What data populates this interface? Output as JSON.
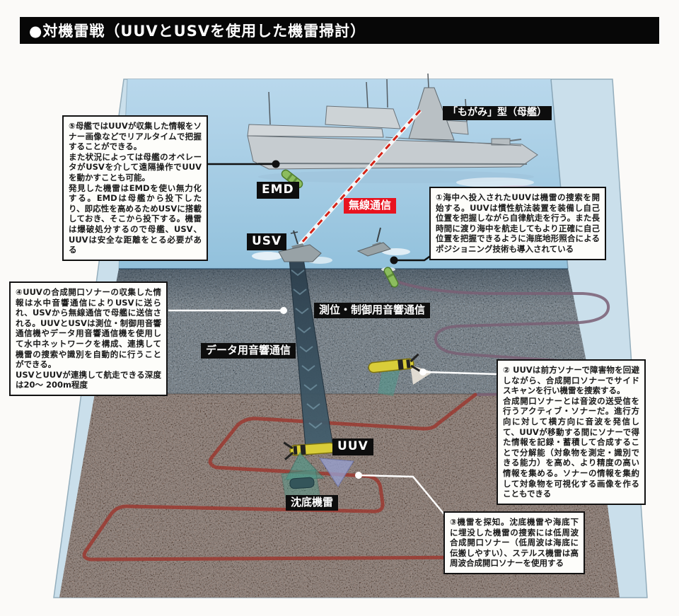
{
  "title": "●対機雷戦（UUVとUSVを使用した機雷掃討）",
  "labels": {
    "mothership": "「もがみ」型（母艦）",
    "emd": "EMD",
    "usv": "USV",
    "uuv": "UUV",
    "wireless": "無線通信",
    "acoustic_control": "測位・制御用音響通信",
    "acoustic_data": "データ用音響通信",
    "bottom_mine": "沈底機雷"
  },
  "callouts": {
    "c1": "①海中へ投入されたUUVは機雷の捜索を開始する。UUVは慣性航法装置を装備し自己位置を把握しながら自律航走を行う。また長時間に渡り海中を航走してもより正確に自己位置を把握できるように海底地形照合によるポジショニング技術も導入されている",
    "c2": "② UUVは前方ソナーで障害物を回避しながら、合成開口ソナーでサイドスキャンを行い機雷を捜索する。\n合成開口ソナーとは音波の送受信を行うアクティブ・ソナーだ。進行方向に対して横方向に音波を発信して、UUVが移動する間にソナーで得た情報を記録・蓄積して合成することで分解能（対象物を測定・識別できる能力）を高め、より精度の高い情報を集める。ソナーの情報を集約して対象物を可視化する画像を作ることもできる",
    "c3": "③機雷を探知。沈底機雷や海底下に埋没した機雷の捜索には低周波合成開口ソナー（低周波は海底に伝搬しやすい）、ステルス機雷は高周波合成開口ソナーを使用する",
    "c4": "④UUVの合成開口ソナーの収集した情報は水中音響通信によりUSVに送られ、USVから無線通信で母艦に送信される。UUVとUSVは測位・制御用音響通信機やデータ用音響通信機を使用して水中ネットワークを構成、連携して機雷の捜索や識別を自動的に行うことができる。\nUSVとUUVが連携して航走できる深度は20～ 200m程度",
    "c5": "⑤母艦ではUUVが収集した情報をソナー画像などでリアルタイムで把握することができる。\nまた状況によっては母艦のオペレータがUSVを介して遠隔操作でUUVを動かすことも可能。\n発見した機雷はEMDを使い無力化する。EMDは母艦から投下したり、即応性を高めるためUSVに搭載しておき、そこから投下する。機雷は爆破処分するので母艦、USV、UUVは安全な距離をとる必要がある"
  },
  "colors": {
    "title_bar": "#070707",
    "wireless_red": "#e8131f",
    "sea_blue": "#a9cde6",
    "shell_blue": "#cadfeb",
    "mid_layer": "#64798a",
    "seabed_brown": "#6f4f3f",
    "track_red": "#9c352c",
    "track_purple": "#7a5f74",
    "uuv_yellow": "#d9cd39",
    "emd_green": "#8cbc5e",
    "comm_dash_red": "#d42316"
  }
}
